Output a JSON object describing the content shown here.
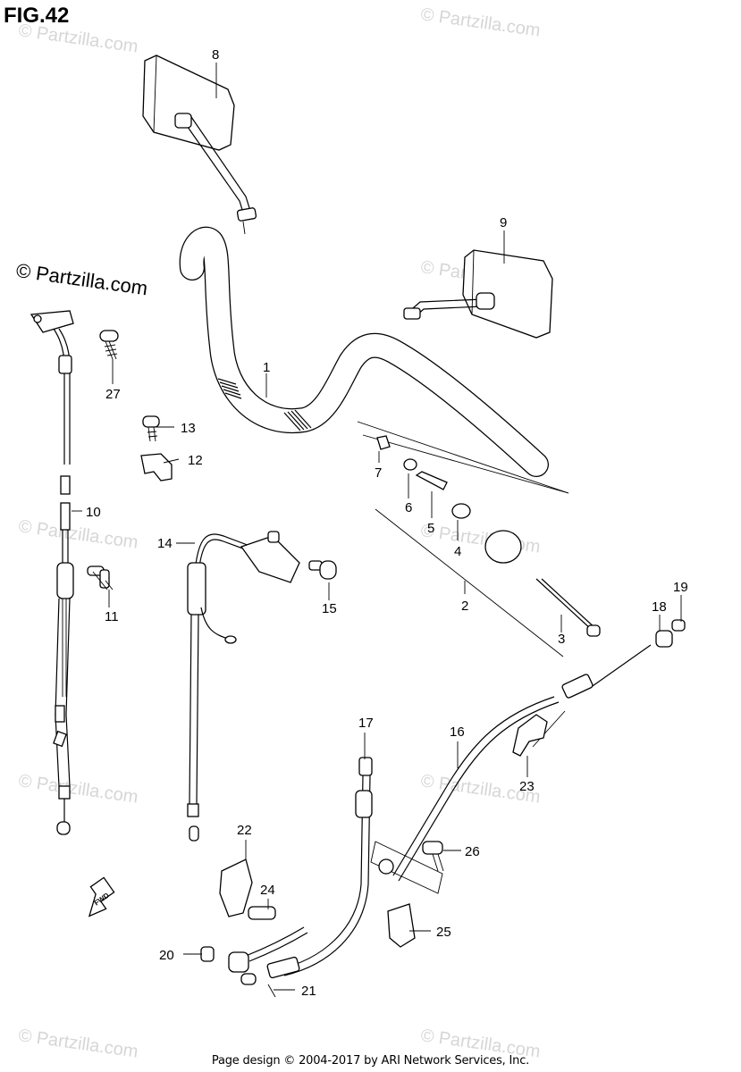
{
  "figure": {
    "title": "FIG.42"
  },
  "brand": {
    "text": "© Partzilla.com"
  },
  "watermark": {
    "text": "© Partzilla.com"
  },
  "footer": {
    "text": "Page design © 2004-2017 by ARI Network Services, Inc."
  },
  "fwd_arrow": {
    "label": "FWD"
  },
  "callouts": [
    "1",
    "2",
    "3",
    "4",
    "5",
    "6",
    "7",
    "8",
    "9",
    "10",
    "11",
    "12",
    "13",
    "14",
    "15",
    "16",
    "17",
    "18",
    "19",
    "20",
    "21",
    "22",
    "23",
    "24",
    "25",
    "26",
    "27"
  ]
}
